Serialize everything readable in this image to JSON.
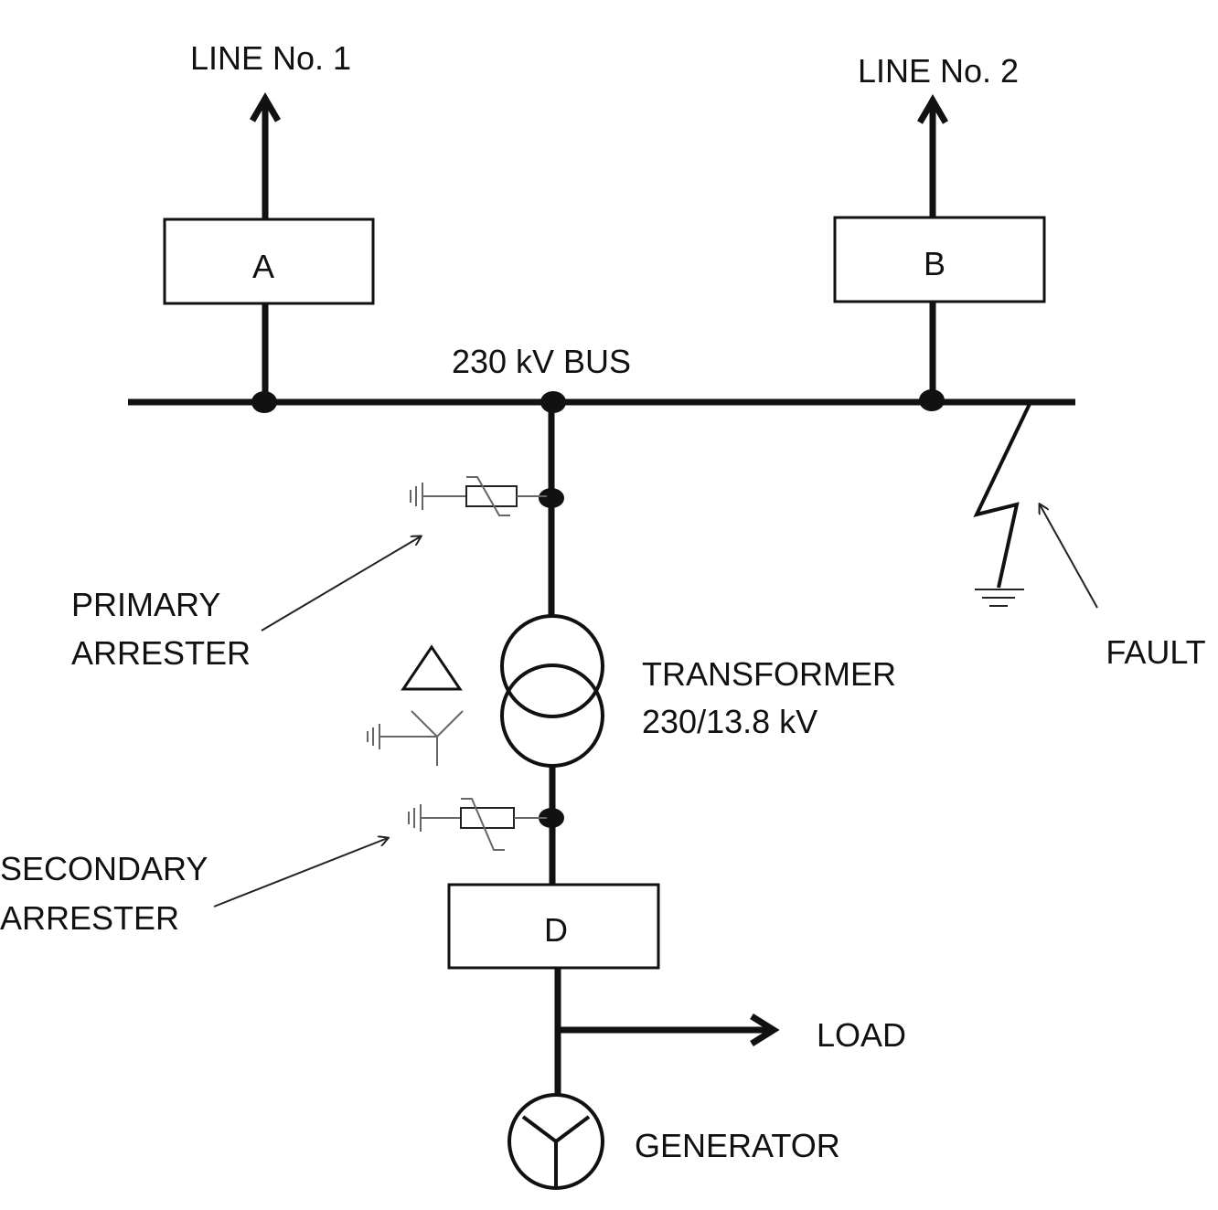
{
  "labels": {
    "line1": "LINE No. 1",
    "line2": "LINE No. 2",
    "box_a": "A",
    "box_b": "B",
    "box_d": "D",
    "bus": "230 kV BUS",
    "primary_arrester_1": "PRIMARY",
    "primary_arrester_2": "ARRESTER",
    "transformer_1": "TRANSFORMER",
    "transformer_2": "230/13.8 kV",
    "fault": "FAULT",
    "secondary_arrester_1": "SECONDARY",
    "secondary_arrester_2": "ARRESTER",
    "load": "LOAD",
    "generator": "GENERATOR"
  },
  "colors": {
    "line": "#111111",
    "symbol_grey": "#666666",
    "background": "#ffffff"
  }
}
